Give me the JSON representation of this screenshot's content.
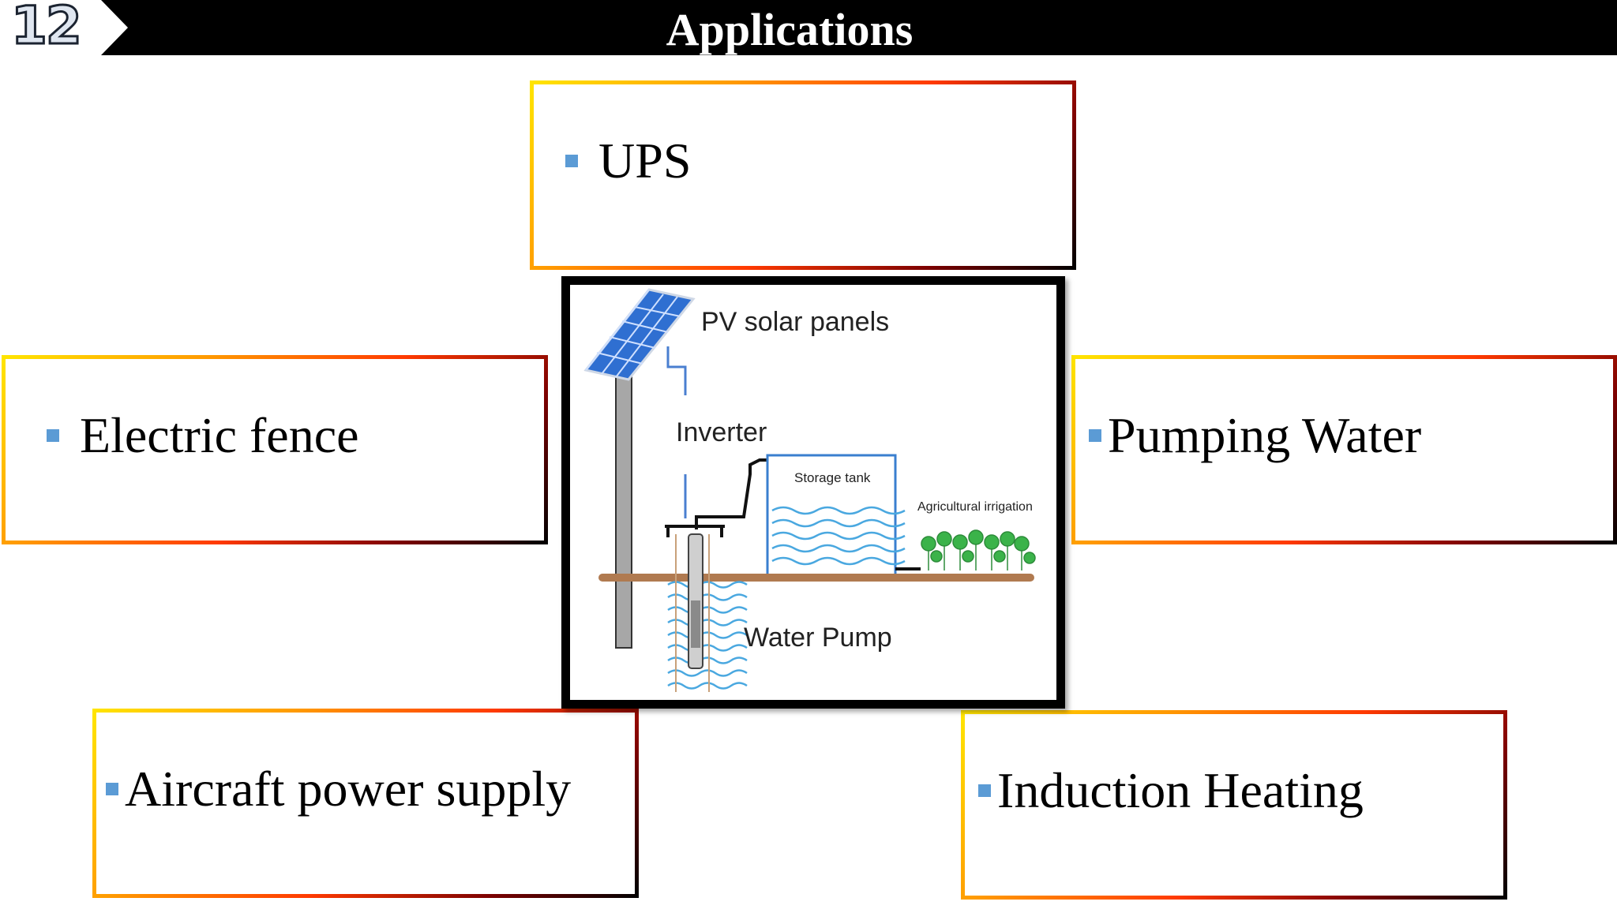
{
  "header": {
    "slide_number": "12",
    "title": "Applications"
  },
  "applications": [
    {
      "label": "UPS"
    },
    {
      "label": "Electric fence"
    },
    {
      "label": "Pumping Water"
    },
    {
      "label": "Aircraft power supply"
    },
    {
      "label": "Induction Heating"
    }
  ],
  "diagram": {
    "labels": {
      "solar_panels": "PV solar panels",
      "inverter": "Inverter",
      "storage_tank": "Storage tank",
      "irrigation": "Agricultural irrigation",
      "water_pump": "Water Pump"
    }
  },
  "colors": {
    "header_bg": "#000000",
    "bullet": "#5b9bd5",
    "border_gradient": [
      "#ffe600",
      "#ff9a00",
      "#ff3a00",
      "#7a0000",
      "#000000"
    ],
    "water": "#4aa8e0",
    "ground": "#b07a50",
    "plants": "#3bb34a"
  }
}
